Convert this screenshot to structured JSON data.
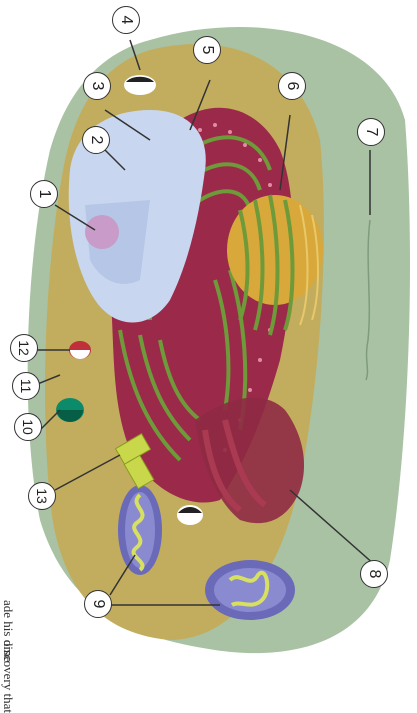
{
  "diagram": {
    "callouts": [
      {
        "id": "c1",
        "number": "1"
      },
      {
        "id": "c2",
        "number": "2"
      },
      {
        "id": "c3",
        "number": "3"
      },
      {
        "id": "c4",
        "number": "4"
      },
      {
        "id": "c5",
        "number": "5"
      },
      {
        "id": "c6",
        "number": "6"
      },
      {
        "id": "c7",
        "number": "7"
      },
      {
        "id": "c8",
        "number": "8"
      },
      {
        "id": "c9",
        "number": "9"
      },
      {
        "id": "c10",
        "number": "10"
      },
      {
        "id": "c11",
        "number": "11"
      },
      {
        "id": "c12",
        "number": "12"
      },
      {
        "id": "c13",
        "number": "13"
      }
    ],
    "page_fragments": {
      "top_left": "ade his discovery that",
      "bottom_left": "ome"
    },
    "colors": {
      "cytoplasm": "#c2ad5e",
      "membrane_halo": "#a9c2a4",
      "nucleus": "#c8d7ef",
      "nucleolus": "#c89bc8",
      "rough_er": "#9b2a4a",
      "er_green": "#6e9a3a",
      "golgi": "#d8a83a",
      "mitochondrion": "#6a6ab8",
      "mito_cristae": "#d8e060",
      "centriole": "#c8d84a",
      "vacuole": "#8a8ad0",
      "callout_line": "#333333"
    }
  }
}
